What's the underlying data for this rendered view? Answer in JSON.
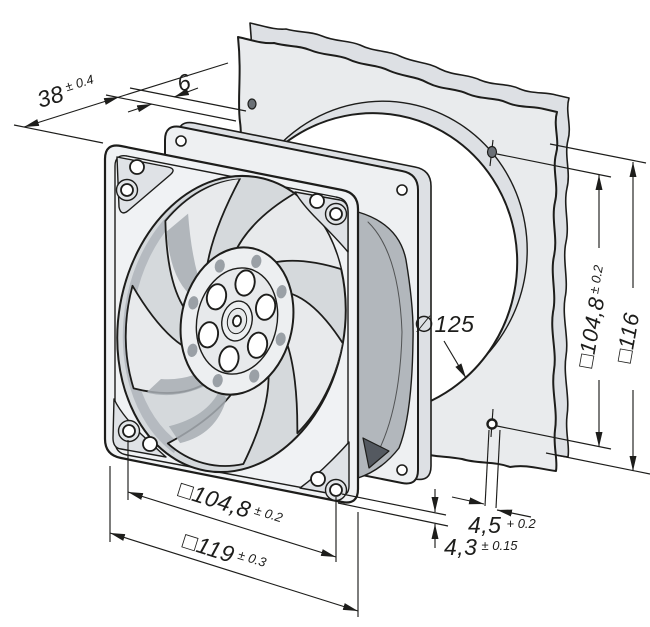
{
  "drawing": {
    "type": "isometric-dimensional-drawing",
    "subject": "axial-fan-with-mounting-panel",
    "dimensions": {
      "depth": {
        "value": "38",
        "tolerance": "± 0.4"
      },
      "flange_thickness": {
        "value": "6",
        "tolerance": ""
      },
      "cutout_diameter": {
        "value": "∅125",
        "tolerance": ""
      },
      "panel_hole_spacing": {
        "value": "□104,8",
        "tolerance": "± 0.2"
      },
      "panel_clearance_square": {
        "value": "□116",
        "tolerance": ""
      },
      "panel_hole_diameter": {
        "value": "4,5",
        "tolerance": "+ 0.2"
      },
      "fan_hole_diameter": {
        "value": "4,3",
        "tolerance": "± 0.15"
      },
      "fan_hole_spacing": {
        "value": "□104,8",
        "tolerance": "± 0.2"
      },
      "fan_outer_size": {
        "value": "□119",
        "tolerance": "± 0.3"
      }
    },
    "colors": {
      "line": "#1d1d1b",
      "panel": "#e9ebed",
      "panel_edge": "#dde0e4",
      "flange": "#eef0f2",
      "housing_side": "#b2b7bc",
      "frame": "#f0f2f4",
      "duct": "#d5d9dc",
      "blade": "#e8eaec",
      "blade_shade": "#a7adb3",
      "hub": "#edeff1",
      "pad": "#dfe2e6",
      "white": "#ffffff"
    }
  }
}
